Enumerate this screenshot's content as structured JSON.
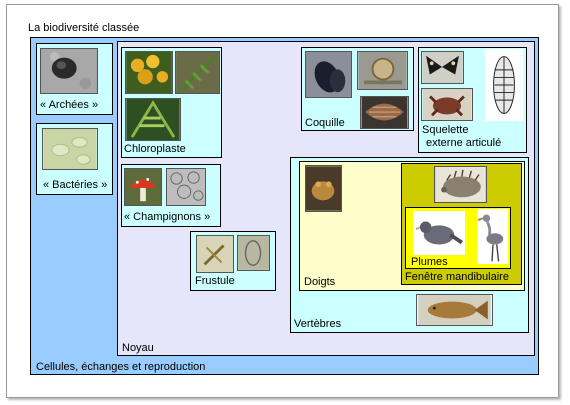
{
  "title": "La biodiversité classée",
  "labels": {
    "cells": "Cellules, échanges et reproduction",
    "archaea": "« Archées »",
    "bacteria": "« Bactéries »",
    "nucleus": "Noyau",
    "chloroplast": "Chloroplaste",
    "fungi": "« Champignons »",
    "frustule": "Frustule",
    "shell": "Coquille",
    "exoskeleton_line1": "Squelette",
    "exoskeleton_line2": "externe articulé",
    "vertebrae": "Vertèbres",
    "fingers": "Doigts",
    "mandibular_window": "Fenêtre mandibulaire",
    "feathers": "Plumes"
  },
  "colors": {
    "cells_fill": "#99ccff",
    "nucleus_fill": "#e6e6fa",
    "group_fill": "#ccffff",
    "fingers_fill": "#ffffcc",
    "mandibular_fill": "#cccc00",
    "feathers_fill": "#ffff00"
  },
  "icons": {
    "archaea": "archaea-photo",
    "bacteria": "bacteria-photo",
    "plants": "plant-photos",
    "mushroom": "mushroom-photo",
    "yeast": "yeast-photo",
    "diatoms": "diatom-photos",
    "mussels": "mussel-photo",
    "snail": "snail-photo",
    "scallop": "scallop-photo",
    "butterfly": "butterfly-photo",
    "crab": "crab-photo",
    "trilobite": "trilobite-drawing",
    "frog": "frog-photo",
    "hedgehog": "hedgehog-drawing",
    "pigeon": "pigeon-photo",
    "heron": "heron-photo",
    "carp": "carp-photo"
  }
}
